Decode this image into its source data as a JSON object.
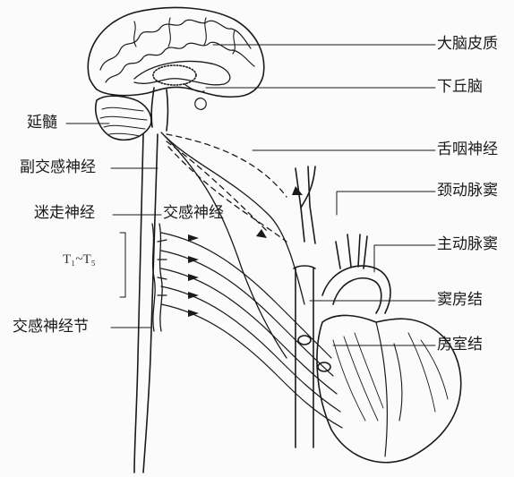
{
  "labels": {
    "cerebral_cortex": "大脑皮质",
    "hypothalamus": "下丘脑",
    "medulla": "延髓",
    "glossopharyngeal_nerve": "舌咽神经",
    "parasympathetic_nerve": "副交感神经",
    "carotid_sinus": "颈动脉窦",
    "vagus_nerve": "迷走神经",
    "sympathetic_nerve": "交感神经",
    "aortic_sinus": "主动脉窦",
    "segments": "T₁~T₅",
    "sinoatrial_node": "窦房结",
    "sympathetic_ganglion": "交感神经节",
    "atrioventricular_node": "房室结"
  },
  "colors": {
    "ink": "#1a1a1a",
    "paper": "#fbfbfb"
  }
}
